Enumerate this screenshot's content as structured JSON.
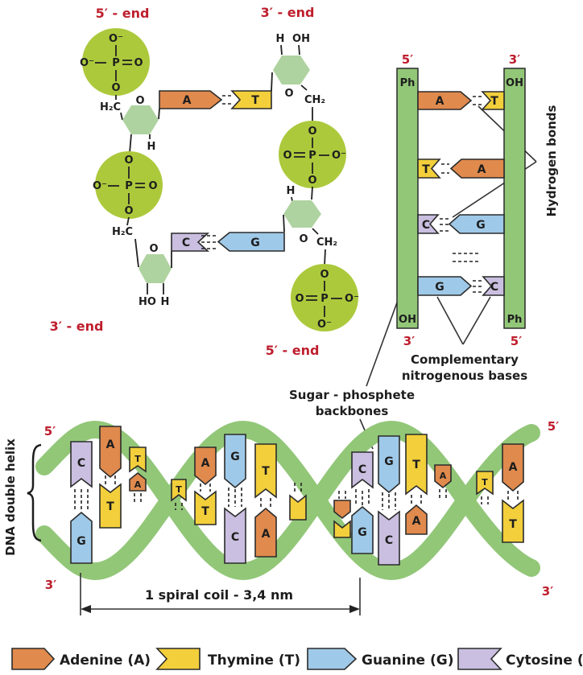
{
  "colors": {
    "adenine": "#e08a4d",
    "thymine": "#f2cf3b",
    "guanine": "#9fc9e8",
    "cytosine": "#cabfe0",
    "phosphate_circle": "#acc93c",
    "sugar_ring": "#afd3a0",
    "backbone_green": "#92c778",
    "end_label_red": "#be1e2d",
    "outline": "#2b2b2b"
  },
  "bases": {
    "a": "A",
    "t": "T",
    "g": "G",
    "c": "C"
  },
  "atoms": {
    "o": "O",
    "o_minus": "O⁻",
    "p": "P",
    "h": "H",
    "oh": "OH",
    "ho": "HO",
    "h2c": "H₂C",
    "ch2": "CH₂"
  },
  "ends": {
    "five_end": "5′ - end",
    "three_end": "3′ - end",
    "five": "5′",
    "three": "3′"
  },
  "ladder": {
    "ph": "Ph",
    "oh": "OH",
    "hydrogen_bonds": "Hydrogen bonds",
    "complementary_line1": "Complementary",
    "complementary_line2": "nitrogenous bases"
  },
  "captions": {
    "backbone_line1": "Sugar - phosphete",
    "backbone_line2": "backbones",
    "dna_helix": "DNA double helix",
    "spiral_coil": "1 spiral coil - 3,4 nm"
  },
  "legend": {
    "adenine": "Adenine (A)",
    "thymine": "Thymine (T)",
    "guanine": "Guanine (G)",
    "cytosine": "Cytosine (C)"
  }
}
